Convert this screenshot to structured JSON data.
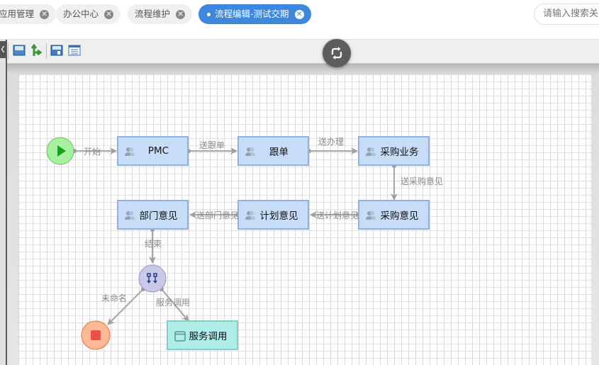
{
  "tabs": [
    {
      "label": "应用管理",
      "active": false
    },
    {
      "label": "办公中心",
      "active": false
    },
    {
      "label": "流程维护",
      "active": false
    },
    {
      "label": "流程编辑-测试交期",
      "active": true
    }
  ],
  "search": {
    "placeholder": "请输入搜索关"
  },
  "toolbar": {
    "icons": [
      "save-icon",
      "branch-arrow-icon",
      "save-as-icon",
      "properties-list-icon"
    ],
    "refresh_icon": "refresh-icon"
  },
  "colors": {
    "accent": "#3d87de",
    "task_fill": "#c6dcf7",
    "task_border": "#8fb2e0",
    "start_fill": "#a6f0a0",
    "end_fill": "#ffb895",
    "gateway_fill": "#c8cbe8",
    "service_fill": "#aeede8",
    "edge": "#9e9e9e"
  },
  "flow": {
    "start": {
      "name": "start-event"
    },
    "nodes": [
      {
        "id": "pmc",
        "label": "PMC"
      },
      {
        "id": "gendan",
        "label": "跟单"
      },
      {
        "id": "caigou_yewu",
        "label": "采购业务"
      },
      {
        "id": "caigou_yijian",
        "label": "采购意见"
      },
      {
        "id": "jihua_yijian",
        "label": "计划意见"
      },
      {
        "id": "bumen_yijian",
        "label": "部门意见"
      }
    ],
    "service": {
      "label": "服务调用"
    },
    "edges": [
      {
        "label": "开始"
      },
      {
        "label": "送跟单"
      },
      {
        "label": "送办理"
      },
      {
        "label": "送采购意见"
      },
      {
        "label": "送计划意见"
      },
      {
        "label": "送部门意见"
      },
      {
        "label": "结束"
      },
      {
        "label": "未命名"
      },
      {
        "label": "服务调用"
      }
    ]
  }
}
